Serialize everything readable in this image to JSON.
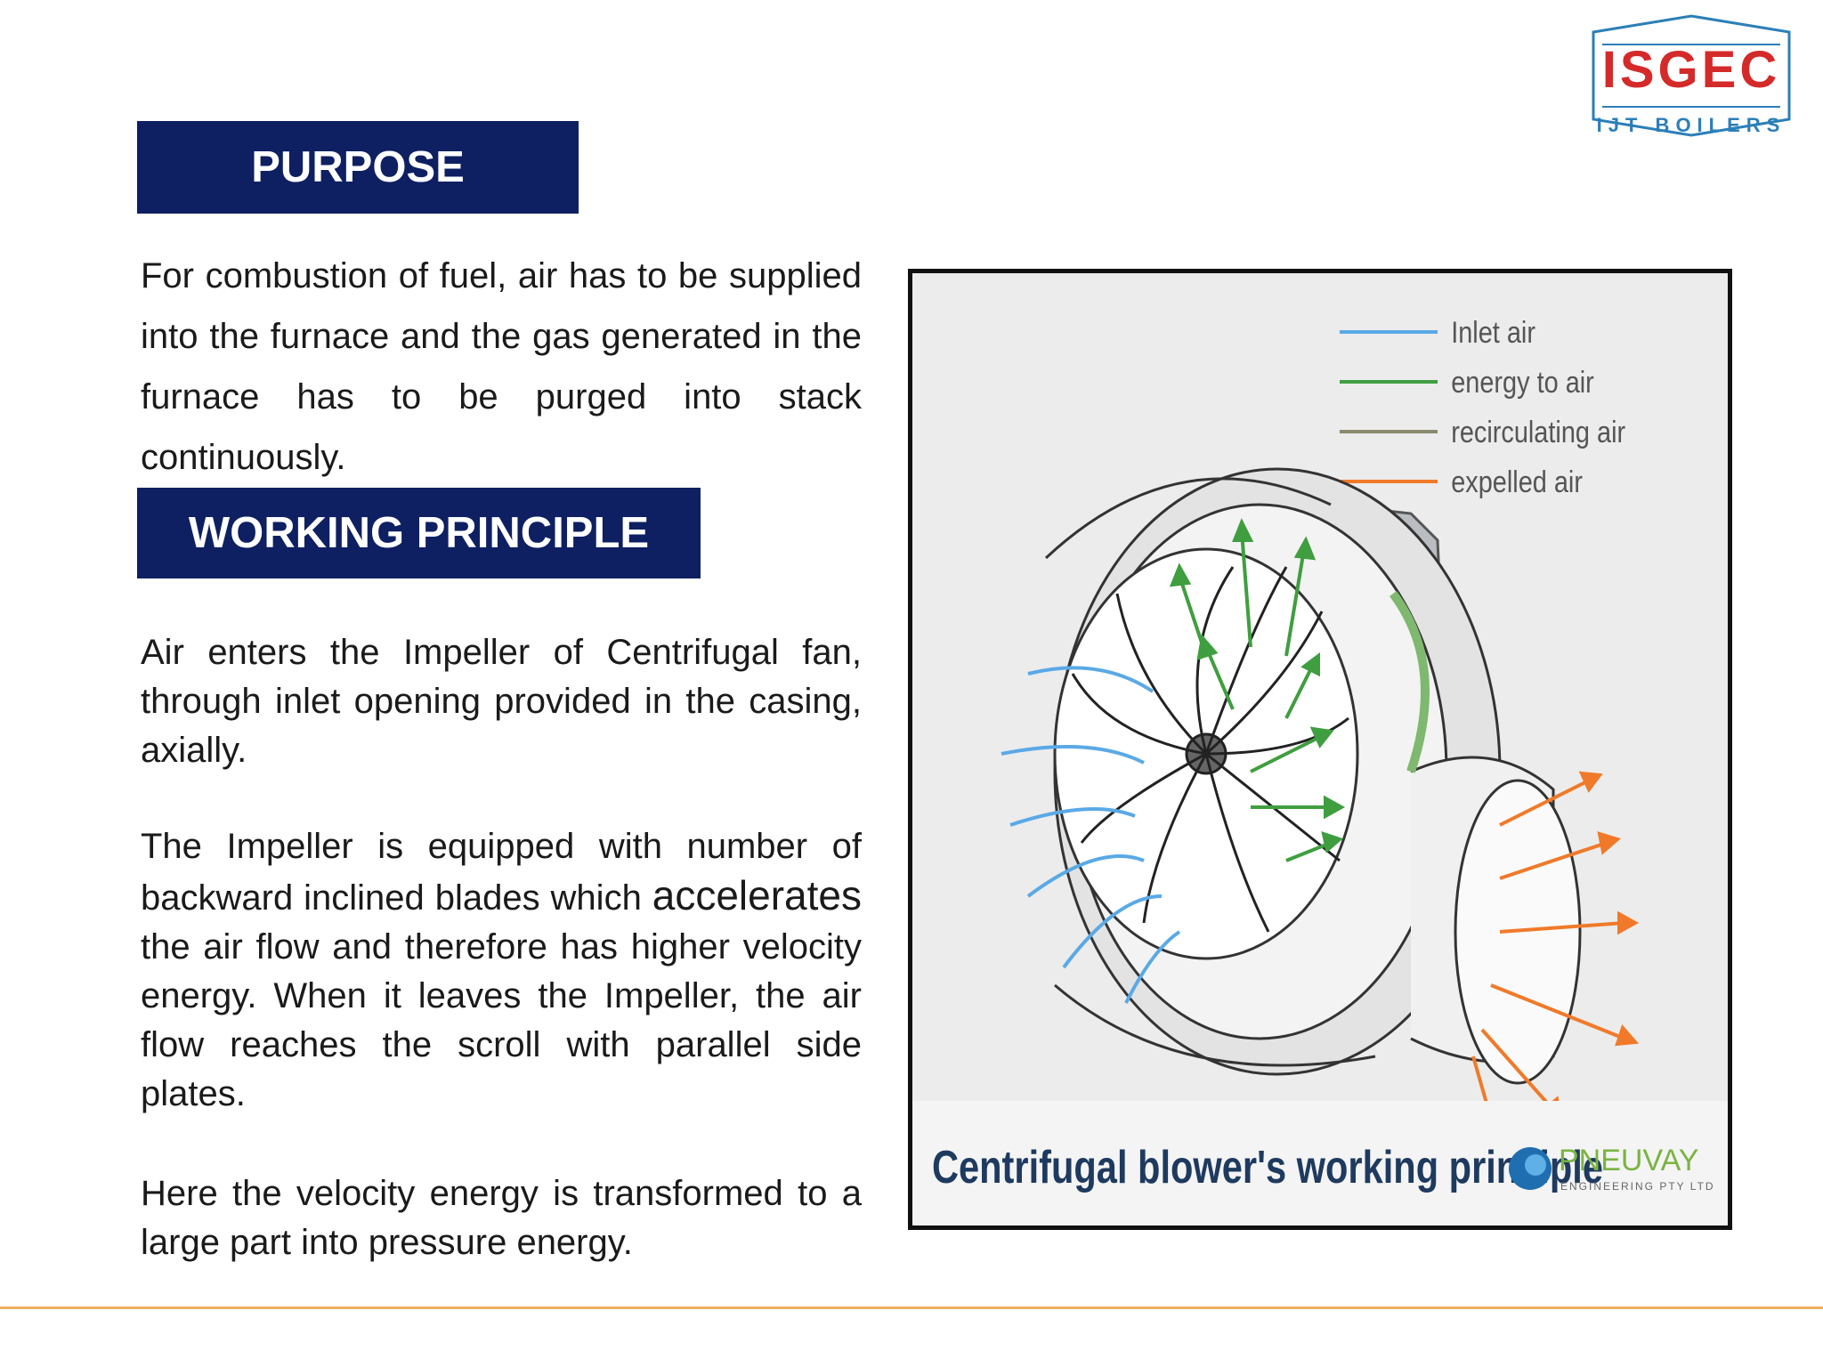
{
  "logo": {
    "brand": "ISGEC",
    "tagline": "IJT BOILERS"
  },
  "purpose": {
    "heading": "PURPOSE",
    "text": "For combustion of fuel, air has to be supplied into the furnace and the gas generated in the furnace has to be purged into stack continuously."
  },
  "working_principle": {
    "heading": "WORKING PRINCIPLE",
    "p1": "Air enters the Impeller of Centrifugal fan, through inlet opening provided in the casing, axially.",
    "p2_start": "The Impeller is equipped with number of backward inclined blades which ",
    "p2_emph": "accelerates",
    "p2_end": " the air flow and therefore has higher velocity energy. When it leaves the Impeller, the air flow reaches the scroll with parallel side plates.",
    "p3": "Here the velocity energy is transformed to a large part into pressure energy."
  },
  "figure": {
    "legend": [
      {
        "label": "Inlet air",
        "color": "#5aa9e6"
      },
      {
        "label": "energy to air",
        "color": "#3f9e3f"
      },
      {
        "label": "recirculating air",
        "color": "#8a8a70"
      },
      {
        "label": "expelled air",
        "color": "#f07a2a"
      }
    ],
    "caption": "Centrifugal blower's working principle",
    "credit_brand": "PNEUVAY",
    "credit_sub": "ENGINEERING PTY LTD"
  },
  "colors": {
    "heading_bg": "#0e2062",
    "logo_red": "#d42a2a",
    "logo_blue": "#2b7fb8",
    "footer_line": "#f0b060"
  }
}
